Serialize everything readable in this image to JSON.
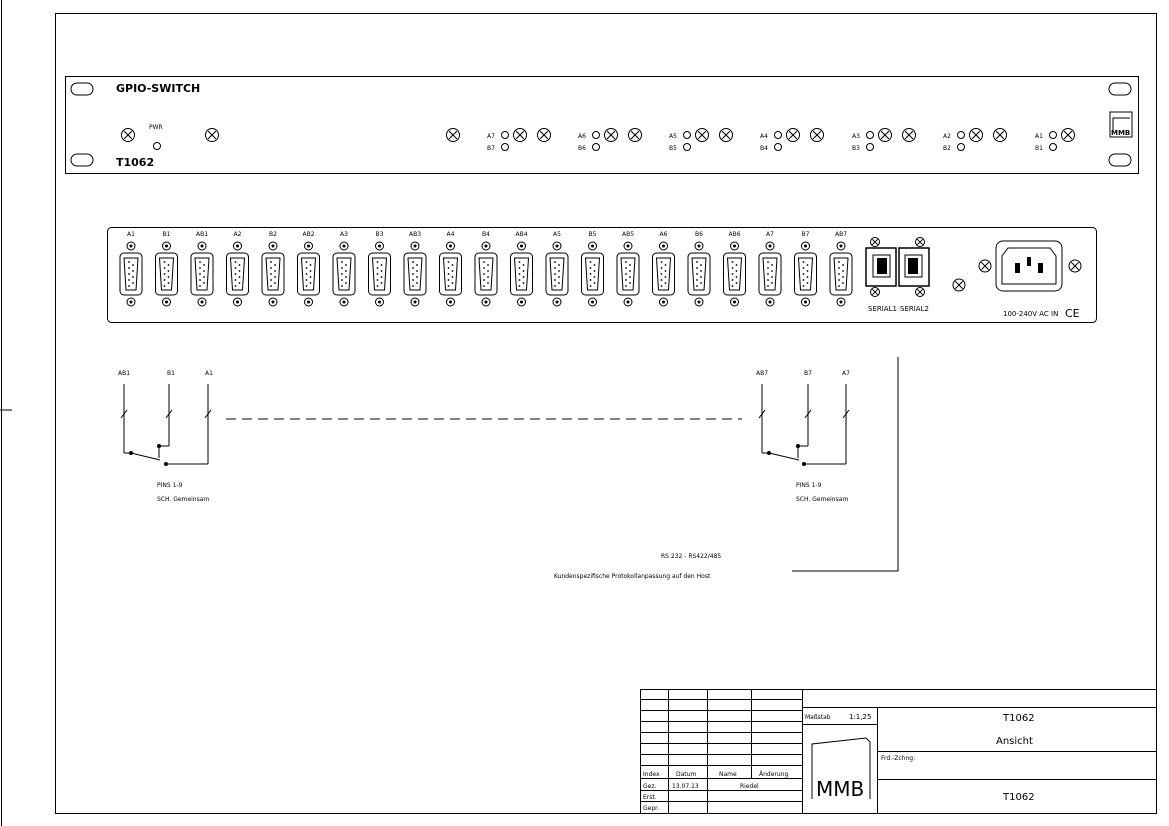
{
  "front_panel": {
    "title": "GPIO-SWITCH",
    "model": "T1062",
    "pwr_label": "PWR",
    "led_groups": [
      {
        "top": "A7",
        "bottom": "B7"
      },
      {
        "top": "A6",
        "bottom": "B6"
      },
      {
        "top": "A5",
        "bottom": "B5"
      },
      {
        "top": "A4",
        "bottom": "B4"
      },
      {
        "top": "A3",
        "bottom": "B3"
      },
      {
        "top": "A2",
        "bottom": "B2"
      },
      {
        "top": "A1",
        "bottom": "B1"
      }
    ],
    "logo_text": "MMB"
  },
  "rear_panel": {
    "connector_labels": [
      "A1",
      "B1",
      "AB1",
      "A2",
      "B2",
      "AB2",
      "A3",
      "B3",
      "AB3",
      "A4",
      "B4",
      "AB4",
      "A5",
      "B5",
      "AB5",
      "A6",
      "B6",
      "AB6",
      "A7",
      "B7",
      "AB7"
    ],
    "serial1_label": "SERIAL1",
    "serial2_label": "SERIAL2",
    "power_label": "100-240V AC IN",
    "ce_mark": "CE"
  },
  "schematic": {
    "left": {
      "labels": [
        "AB1",
        "B1",
        "A1"
      ],
      "pins": "PINS 1-9",
      "common": "SCH. Gemeinsam"
    },
    "right": {
      "labels": [
        "AB7",
        "B7",
        "A7"
      ],
      "pins": "PINS 1-9",
      "common": "SCH. Gemeinsam"
    },
    "serial_note_1": "RS 232 - RS422/485",
    "serial_note_2": "Kundenspezifische Protokollanpassung auf den Host"
  },
  "title_block": {
    "index_header": "Index",
    "date_header": "Datum",
    "name_header": "Name",
    "change_header": "Änderung",
    "gez_label": "Gez.",
    "gez_date": "13.07.13",
    "gez_name": "Riedel",
    "erst_label": "Erst.",
    "gepr_label": "Gepr.",
    "scale_label": "Maßstab",
    "scale_value": "1:1,25",
    "drawing_number": "T1062",
    "view_label": "Ansicht",
    "frd_label": "Frd.-Zchng:",
    "bottom_number": "T1062",
    "logo_text": "MMB"
  }
}
